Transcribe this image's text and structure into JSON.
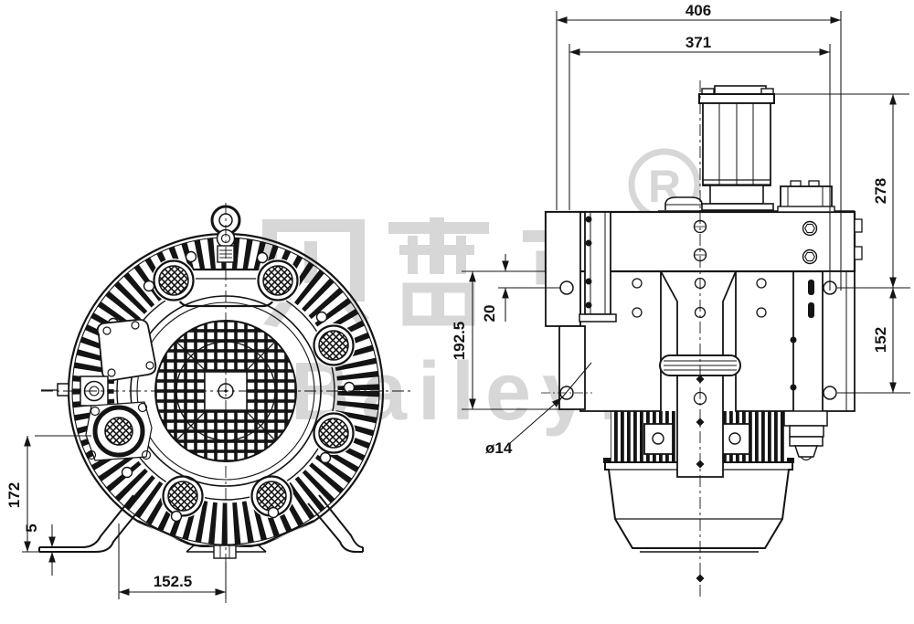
{
  "drawing": {
    "title": "motor two-view engineering drawing",
    "line_color": "#141414",
    "background": "#ffffff"
  },
  "watermark": {
    "brand_cn": "贝雷克",
    "brand_en": "Baileyk",
    "registered_symbol": "®",
    "registered_letter": "R",
    "color": "#d7d7d7"
  },
  "dimensions": {
    "overall_width": "406",
    "bolt_span_width": "371",
    "upper_height": "278",
    "lower_height": "152",
    "flange_to_hole_height": "192.5",
    "hole_offset": "20",
    "hole_diameter": "ø14",
    "center_height": "172",
    "foot_plate_thickness": "5",
    "foot_to_center": "152.5"
  }
}
